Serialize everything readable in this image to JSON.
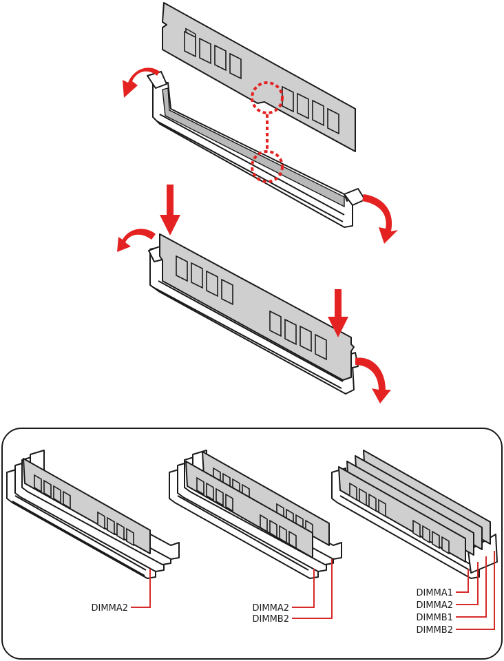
{
  "colors": {
    "accent": "#d62a2a",
    "module_fill": "#cfcfcf",
    "outline": "#1a1a1a",
    "panel_border": "#1a1a1a"
  },
  "icons": [
    "arrow-down-icon",
    "curved-arrow-icon",
    "notch-callout-icon"
  ],
  "configs": [
    {
      "labels": [
        "DIMMA2"
      ]
    },
    {
      "labels": [
        "DIMMA2",
        "DIMMB2"
      ]
    },
    {
      "labels": [
        "DIMMA1",
        "DIMMA2",
        "DIMMB1",
        "DIMMB2"
      ]
    }
  ]
}
